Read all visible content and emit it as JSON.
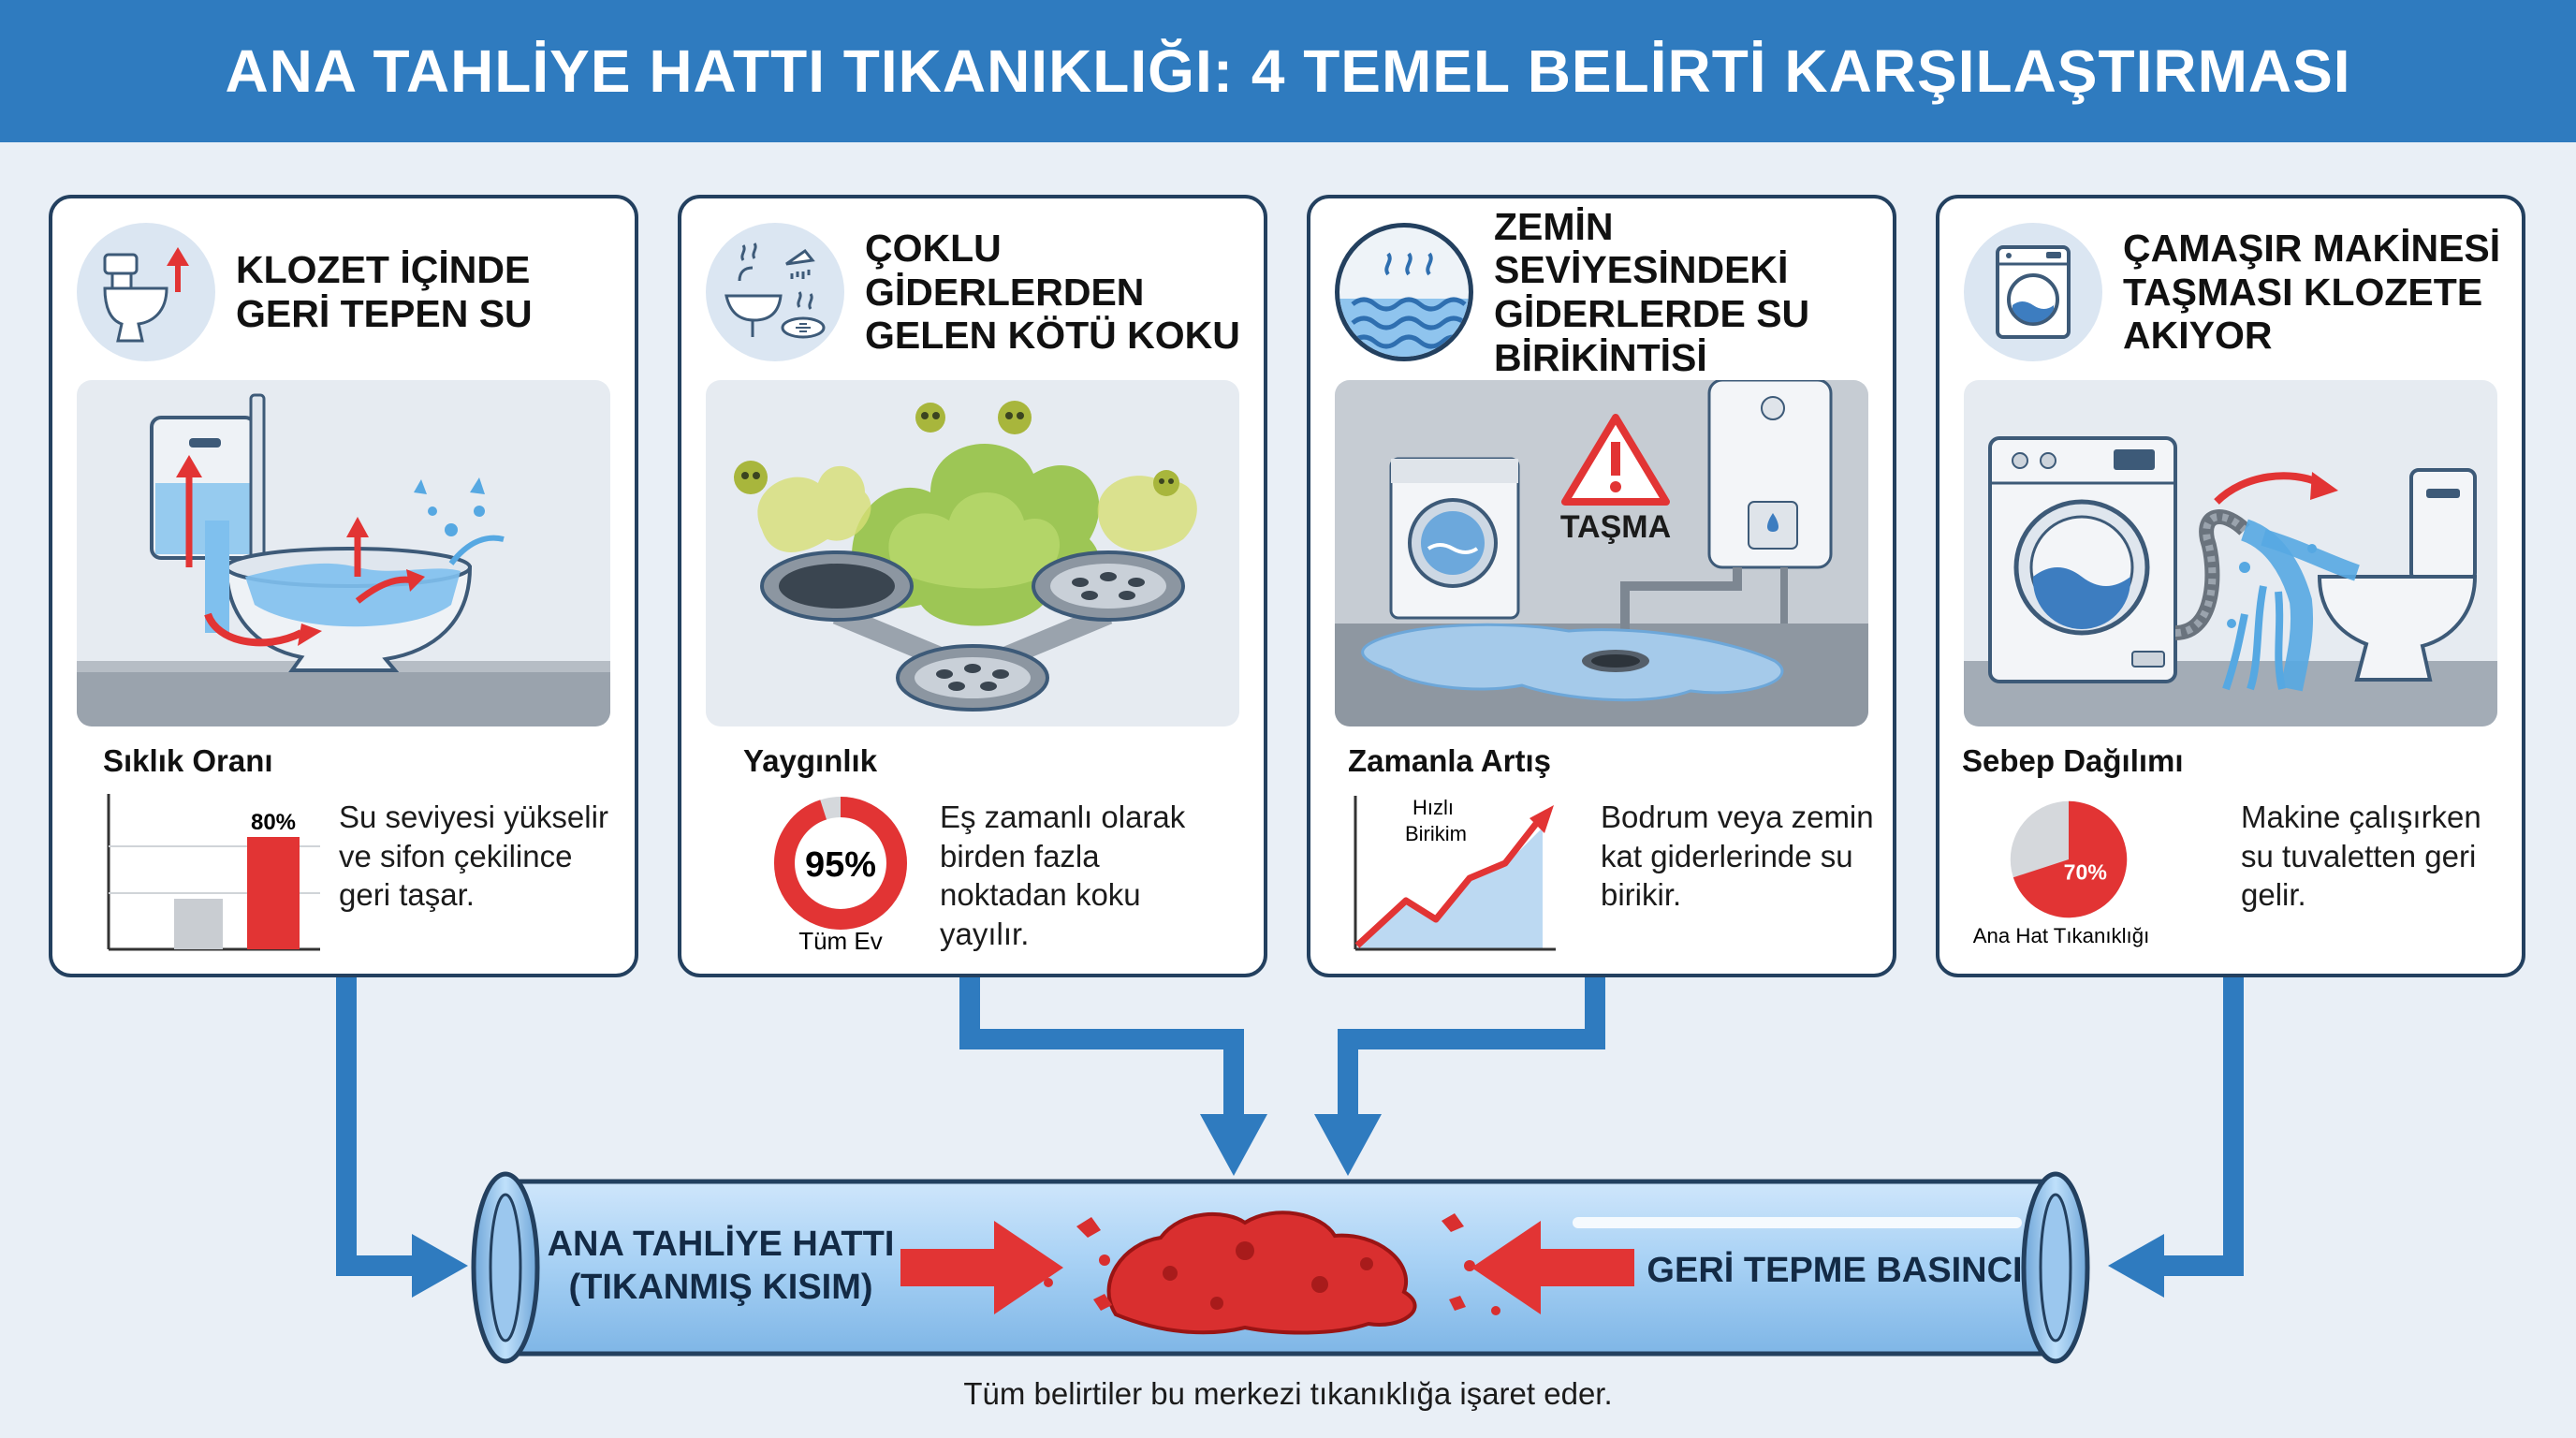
{
  "title": "ANA TAHLİYE HATTI TIKANIKLIĞI: 4 TEMEL BELİRTİ KARŞILAŞTIRMASI",
  "colors": {
    "header": "#2f7bbf",
    "accent_red": "#e23434",
    "arrow_blue": "#2f7bbf",
    "card_border": "#23405f"
  },
  "cards": [
    {
      "title": "KLOZET İÇİNDE\nGERİ TEPEN SU",
      "icon": "toilet-backflow-icon",
      "stat_label": "Sıklık Oranı",
      "stat_value": "80%",
      "stat_fraction": 0.8,
      "description": "Su seviyesi yükselir ve sifon çekilince geri taşar."
    },
    {
      "title": "ÇOKLU GİDERLERDEN\nGELEN KÖTÜ KOKU",
      "icon": "drains-odor-icon",
      "stat_label": "Yaygınlık",
      "stat_value": "95%",
      "stat_fraction": 0.95,
      "stat_caption": "Tüm Ev",
      "description": "Eş zamanlı olarak birden fazla noktadan koku yayılır."
    },
    {
      "title": "ZEMİN SEVİYESİNDEKİ\nGİDERLERDE SU\nBİRİKİNTİSİ",
      "icon": "water-waves-icon",
      "overflow_label": "TAŞMA",
      "stat_label": "Zamanla Artış",
      "stat_annotation": "Hızlı\nBirikim",
      "description": "Bodrum veya zemin kat giderlerinde su birikir."
    },
    {
      "title": "ÇAMAŞIR MAKİNESİ\nTAŞMASI KLOZETE\nAKIYOR",
      "icon": "washing-machine-icon",
      "stat_label": "Sebep Dağılımı",
      "stat_value": "70%",
      "stat_fraction": 0.7,
      "stat_caption": "Ana Hat Tıkanıklığı",
      "description": "Makine çalışırken su tuvaletten geri gelir."
    }
  ],
  "pipe": {
    "left_label": "ANA TAHLİYE HATTI\n(TIKANMIŞ KISIM)",
    "right_label": "GERİ TEPME BASINCI"
  },
  "footer": "Tüm belirtiler bu merkezi tıkanıklığa işaret eder."
}
